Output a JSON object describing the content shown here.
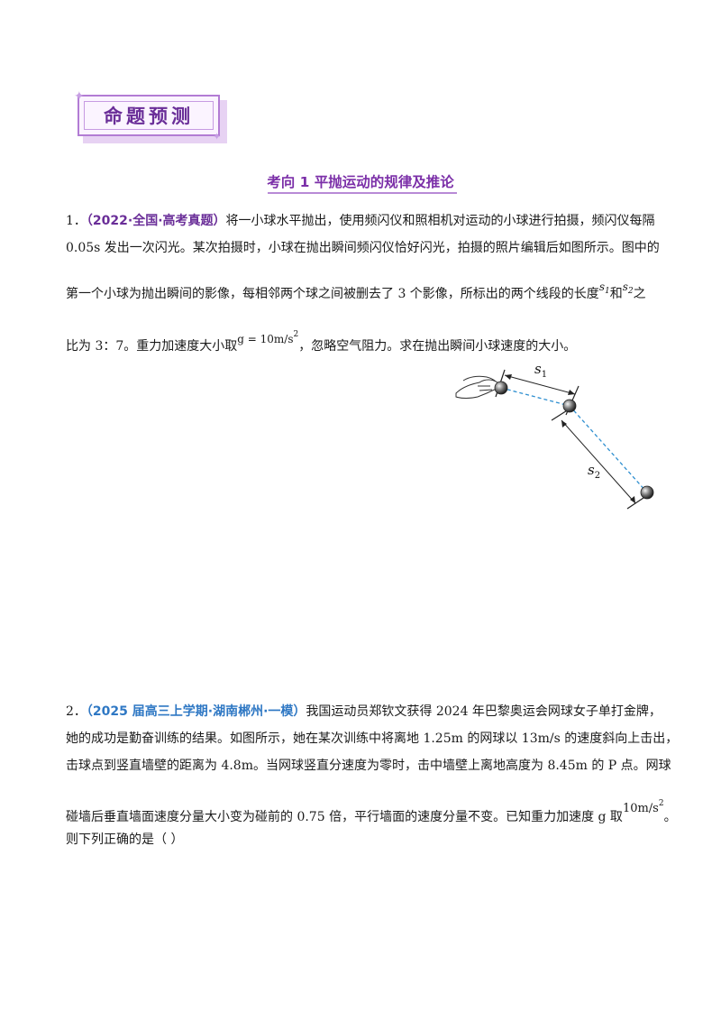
{
  "banner": {
    "title": "命题预测"
  },
  "section": {
    "title": "考向 1  平抛运动的规律及推论"
  },
  "q1": {
    "number": "1．",
    "source": "（2022·全国·高考真题）",
    "line1": "将一小球水平抛出，使用频闪仪和照相机对运动的小球进行拍摄，频闪仪每隔",
    "line2": "0.05s 发出一次闪光。某次拍摄时，小球在抛出瞬间频闪仪恰好闪光，拍摄的照片编辑后如图所示。图中的",
    "line3a": "第一个小球为抛出瞬间的影像，每相邻两个球之间被删去了 3 个影像，所标出的两个线段的长度",
    "line3b": "和",
    "line3c": "之",
    "s1": "s",
    "s1sub": "1",
    "s2": "s",
    "s2sub": "2",
    "line4a": "比为 3：7。重力加速度大小取",
    "g_expr": "g = 10m/s",
    "g_sup": "2",
    "line4b": "，忽略空气阻力。求在抛出瞬间小球速度的大小。"
  },
  "figure": {
    "label_s1": "s",
    "label_s1_sub": "1",
    "label_s2": "s",
    "label_s2_sub": "2"
  },
  "q2": {
    "number": "2．",
    "source": "（2025 届高三上学期·湖南郴州·一模）",
    "line1": "我国运动员郑钦文获得 2024 年巴黎奥运会网球女子单打金牌，",
    "line2": "她的成功是勤奋训练的结果。如图所示，她在某次训练中将离地 1.25m 的网球以 13m/s 的速度斜向上击出，",
    "line3": "击球点到竖直墙壁的距离为 4.8m。当网球竖直分速度为零时，击中墙壁上离地高度为 8.45m 的 P 点。网球",
    "line4a": "碰墙后垂直墙面速度分量大小变为碰前的 0.75 倍，平行墙面的速度分量不变。已知重力加速度 g 取",
    "g_val": "10m/s",
    "g_sup": "2",
    "line4b": "。",
    "line5": "则下列正确的是（    ）"
  }
}
